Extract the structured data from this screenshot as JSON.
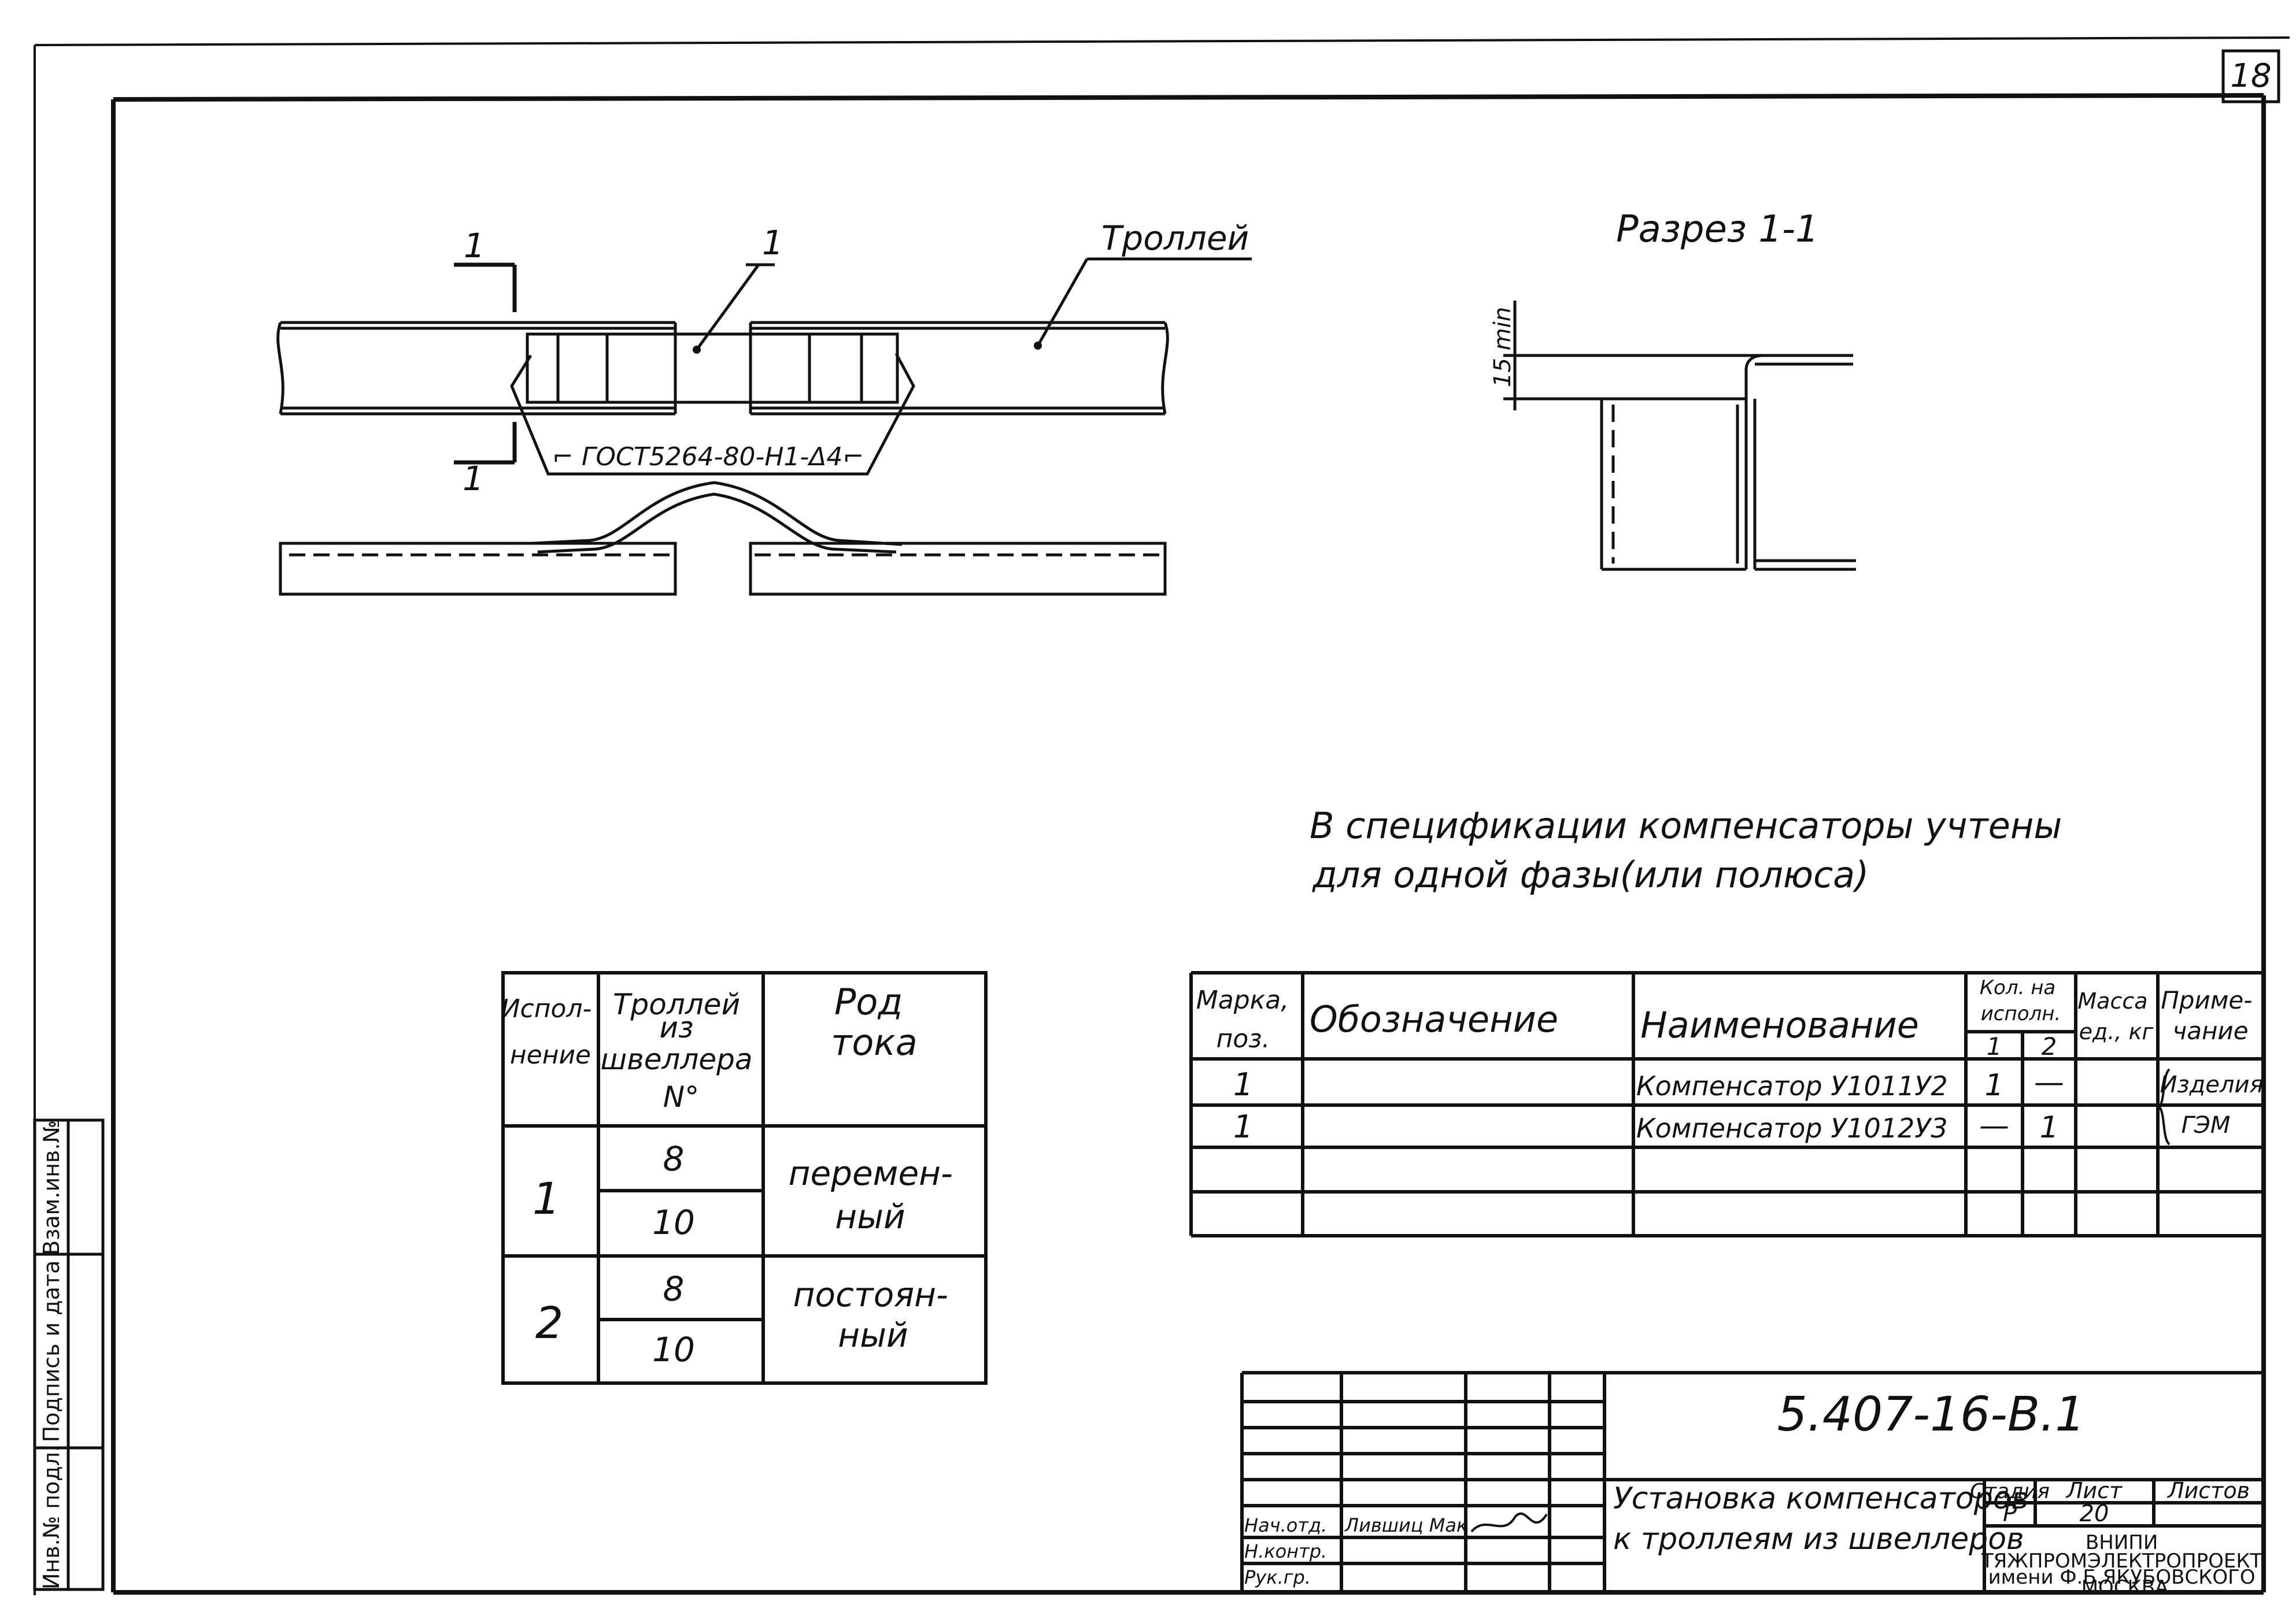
{
  "sheet": {
    "page_number": "18",
    "note_line1": "В спецификации компенсаторы учтены",
    "note_line2": "для одной фазы(или полюса)"
  },
  "drawing": {
    "label_trolley": "Троллей",
    "label_pos": "1",
    "section_mark_top": "1",
    "section_mark_bottom": "1",
    "weld_note": "⌐ ГОСТ5264-80-Н1-Δ4⌐",
    "section_title": "Разрез 1-1",
    "dimension": "15 min"
  },
  "execution_table": {
    "headers": [
      "Испол-\nнение",
      "Троллей\nиз\nшвеллера\nN°",
      "Род\nтока"
    ],
    "rows": [
      {
        "execution": "1",
        "channels": [
          "8",
          "10"
        ],
        "current": "перемен-\nный"
      },
      {
        "execution": "2",
        "channels": [
          "8",
          "10"
        ],
        "current": "постоян-\nный"
      }
    ]
  },
  "spec_table": {
    "headers": {
      "mark": "Марка,\nпоз.",
      "designation": "Обозначение",
      "name": "Наименование",
      "qty": "Кол. на\nисполн.",
      "qty_1": "1",
      "qty_2": "2",
      "mass": "Масса\nед., кг",
      "note": "Приме-\nчание"
    },
    "rows": [
      {
        "mark": "1",
        "designation": "",
        "name": "Компенсатор У1011У2",
        "q1": "1",
        "q2": "—",
        "mass": "",
        "note": "Изделия"
      },
      {
        "mark": "1",
        "designation": "",
        "name": "Компенсатор У1012У3",
        "q1": "—",
        "q2": "1",
        "mass": "",
        "note": "ГЭМ"
      }
    ]
  },
  "title_block": {
    "code": "5.407-16-В.1",
    "title": "Установка компенсаторов\nк троллеям из швеллеров",
    "stage_label": "Стадия",
    "sheet_label": "Лист",
    "sheets_label": "Листов",
    "stage": "Р",
    "sheet": "20",
    "sheets": "",
    "org": "ВНИПИ\nТЯЖПРОМЭЛЕКТРОПРОЕКТ\nимени Ф.Б.ЯКУБОВСКОГО\nМОСКВА",
    "signatures": [
      {
        "role": "Нач.отд.",
        "name": "Лившиц Мак"
      },
      {
        "role": "Н.контр.",
        "name": ""
      },
      {
        "role": "Рук.гр.",
        "name": ""
      }
    ]
  },
  "margin_stamp": {
    "labels": [
      "Инв.№ подл.",
      "Подпись и дата",
      "Взам.инв.№"
    ]
  }
}
